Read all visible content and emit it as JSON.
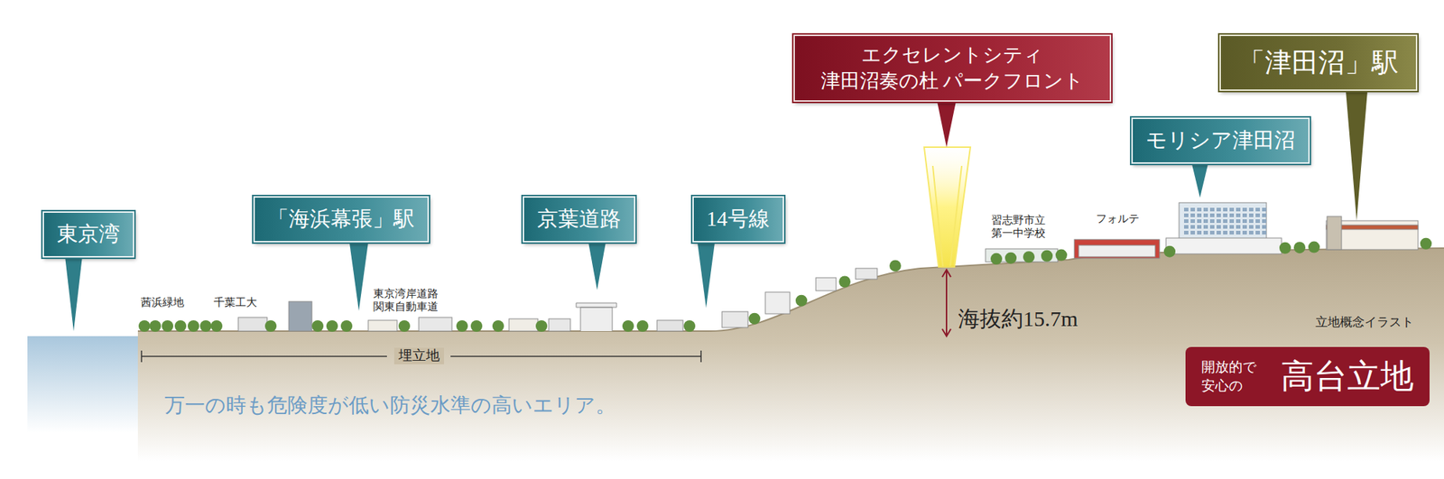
{
  "diagram": {
    "nodes": [
      {
        "text": [
          "東京湾"
        ]
      },
      {
        "text": [
          "「海浜幕張」駅"
        ]
      },
      {
        "text": [
          "京葉道路"
        ]
      },
      {
        "text": [
          "14号線"
        ]
      },
      {
        "text": [
          "エクセレントシティ 津田沼奏の杜 パークフロント"
        ]
      },
      {
        "text": [
          "モリシア津田沼"
        ]
      },
      {
        "text": [
          "「津田沼」駅"
        ]
      },
      {
        "text": [
          "開放的で 安心の",
          "高台立地"
        ]
      }
    ],
    "labels": [
      "茜浜緑地",
      "千葉工大",
      "東京湾岸道路 関東自動車道",
      "埋立地",
      "海抜約15.7m",
      "習志野市立 第一中学校",
      "フォルテ",
      "立地概念イラスト",
      "万一の時も危険度が低い防災水準の高いエリア。"
    ]
  }
}
